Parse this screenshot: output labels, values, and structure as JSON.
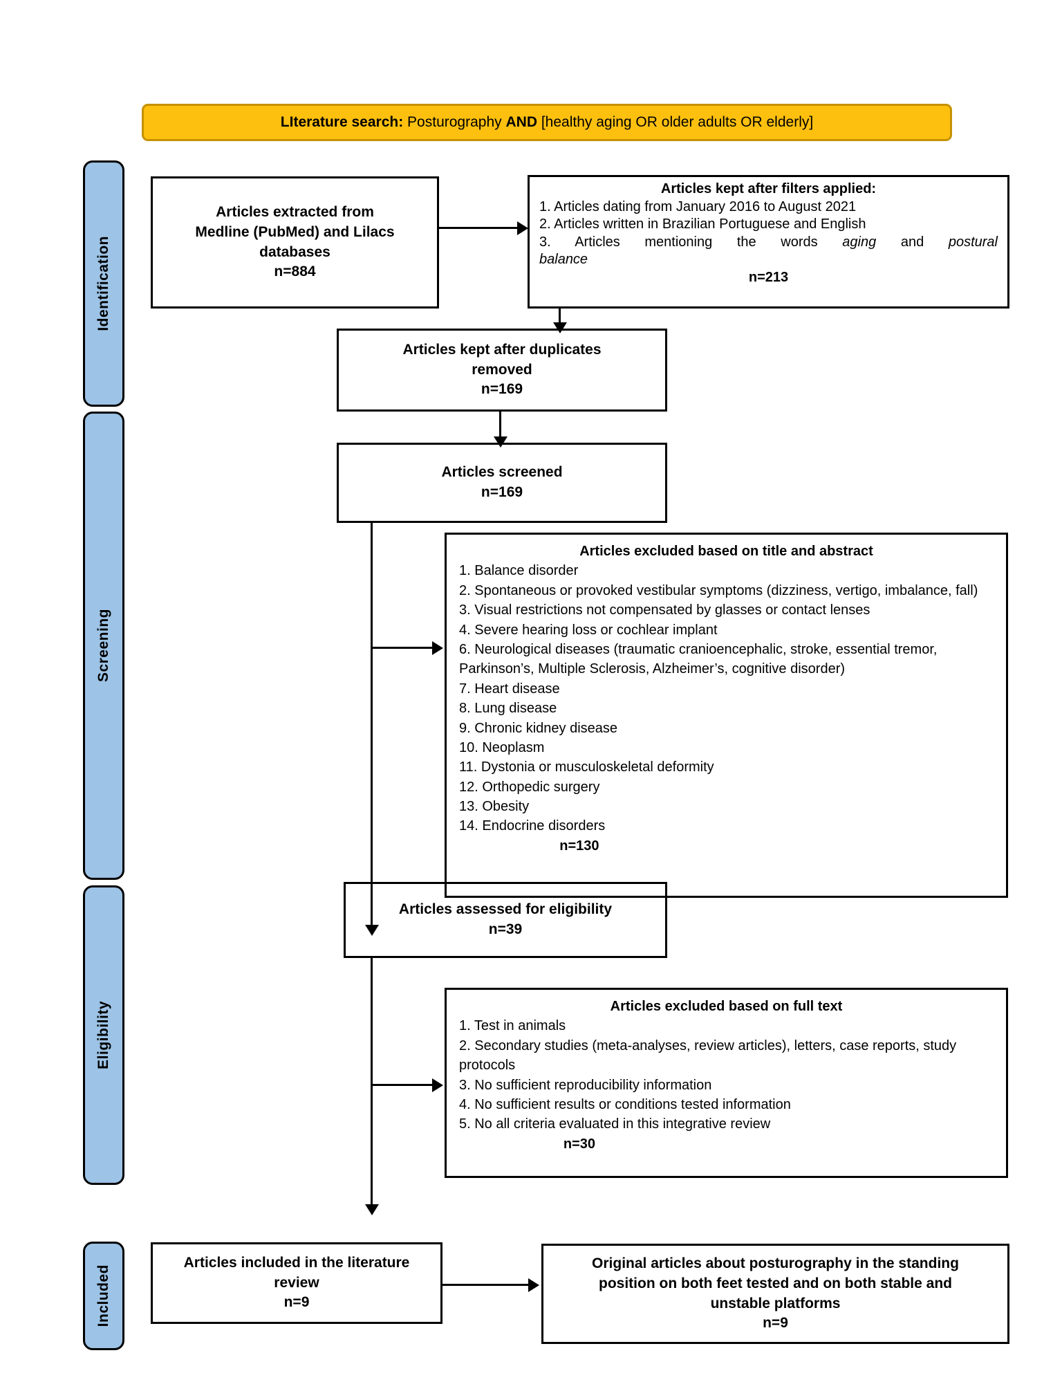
{
  "banner": {
    "label_bold": "LIterature search:",
    "query_pre": "Posturography",
    "query_and": "AND",
    "query_post": "[healthy aging OR older adults OR elderly]"
  },
  "sidebar": {
    "identification": "Identification",
    "screening": "Screening",
    "eligibility": "Eligibility",
    "included": "Included"
  },
  "boxes": {
    "extracted": {
      "line1": "Articles extracted from",
      "line2": "Medline (PubMed) and Lilacs",
      "line3": "databases",
      "count": "n=884"
    },
    "filters": {
      "title": "Articles kept after filters applied:",
      "item1": "1. Articles dating from January 2016 to August 2021",
      "item2": "2. Articles written in Brazilian Portuguese and English",
      "item3_pre": "3. Articles mentioning the words",
      "item3_it1": "aging",
      "item3_and": "and",
      "item3_it2": "postural",
      "item3_it2b": "balance",
      "count": "n=213"
    },
    "duplicates": {
      "line1": "Articles kept after duplicates",
      "line2": "removed",
      "count": "n=169"
    },
    "screened": {
      "line1": "Articles screened",
      "count": "n=169"
    },
    "excluded_title_abstract": {
      "title": "Articles excluded based on title and abstract",
      "items": [
        "1. Balance disorder",
        "2. Spontaneous or provoked vestibular symptoms (dizziness, vertigo, imbalance, fall)",
        "3. Visual restrictions not compensated by glasses or contact lenses",
        "4. Severe hearing loss or cochlear implant",
        "6. Neurological diseases (traumatic cranioencephalic, stroke, essential tremor, Parkinson’s, Multiple Sclerosis, Alzheimer’s, cognitive disorder)",
        "7. Heart disease",
        "8. Lung disease",
        "9. Chronic kidney disease",
        "10. Neoplasm",
        "11. Dystonia or musculoskeletal deformity",
        "12. Orthopedic surgery",
        "13. Obesity",
        "14. Endocrine disorders"
      ],
      "count": "n=130"
    },
    "assessed": {
      "line1": "Articles assessed for eligibility",
      "count": "n=39"
    },
    "excluded_full_text": {
      "title": "Articles excluded based on full text",
      "items": [
        "1. Test in animals",
        "2. Secondary studies (meta-analyses, review articles), letters, case reports, study protocols",
        "3. No sufficient reproducibility information",
        "4. No sufficient results or conditions tested information",
        "5. No all criteria evaluated in this integrative review"
      ],
      "count": "n=30"
    },
    "included": {
      "line1": "Articles included in the literature",
      "line2": "review",
      "count": "n=9"
    },
    "original": {
      "line1": "Original articles about posturography in the standing",
      "line2": "position on both feet tested and on both stable and",
      "line3": "unstable platforms",
      "count": "n=9"
    }
  },
  "colors": {
    "banner_fill": "#FEC00F",
    "banner_border": "#C59100",
    "sidebar_fill": "#9DC3E6",
    "line_color": "#000000"
  }
}
